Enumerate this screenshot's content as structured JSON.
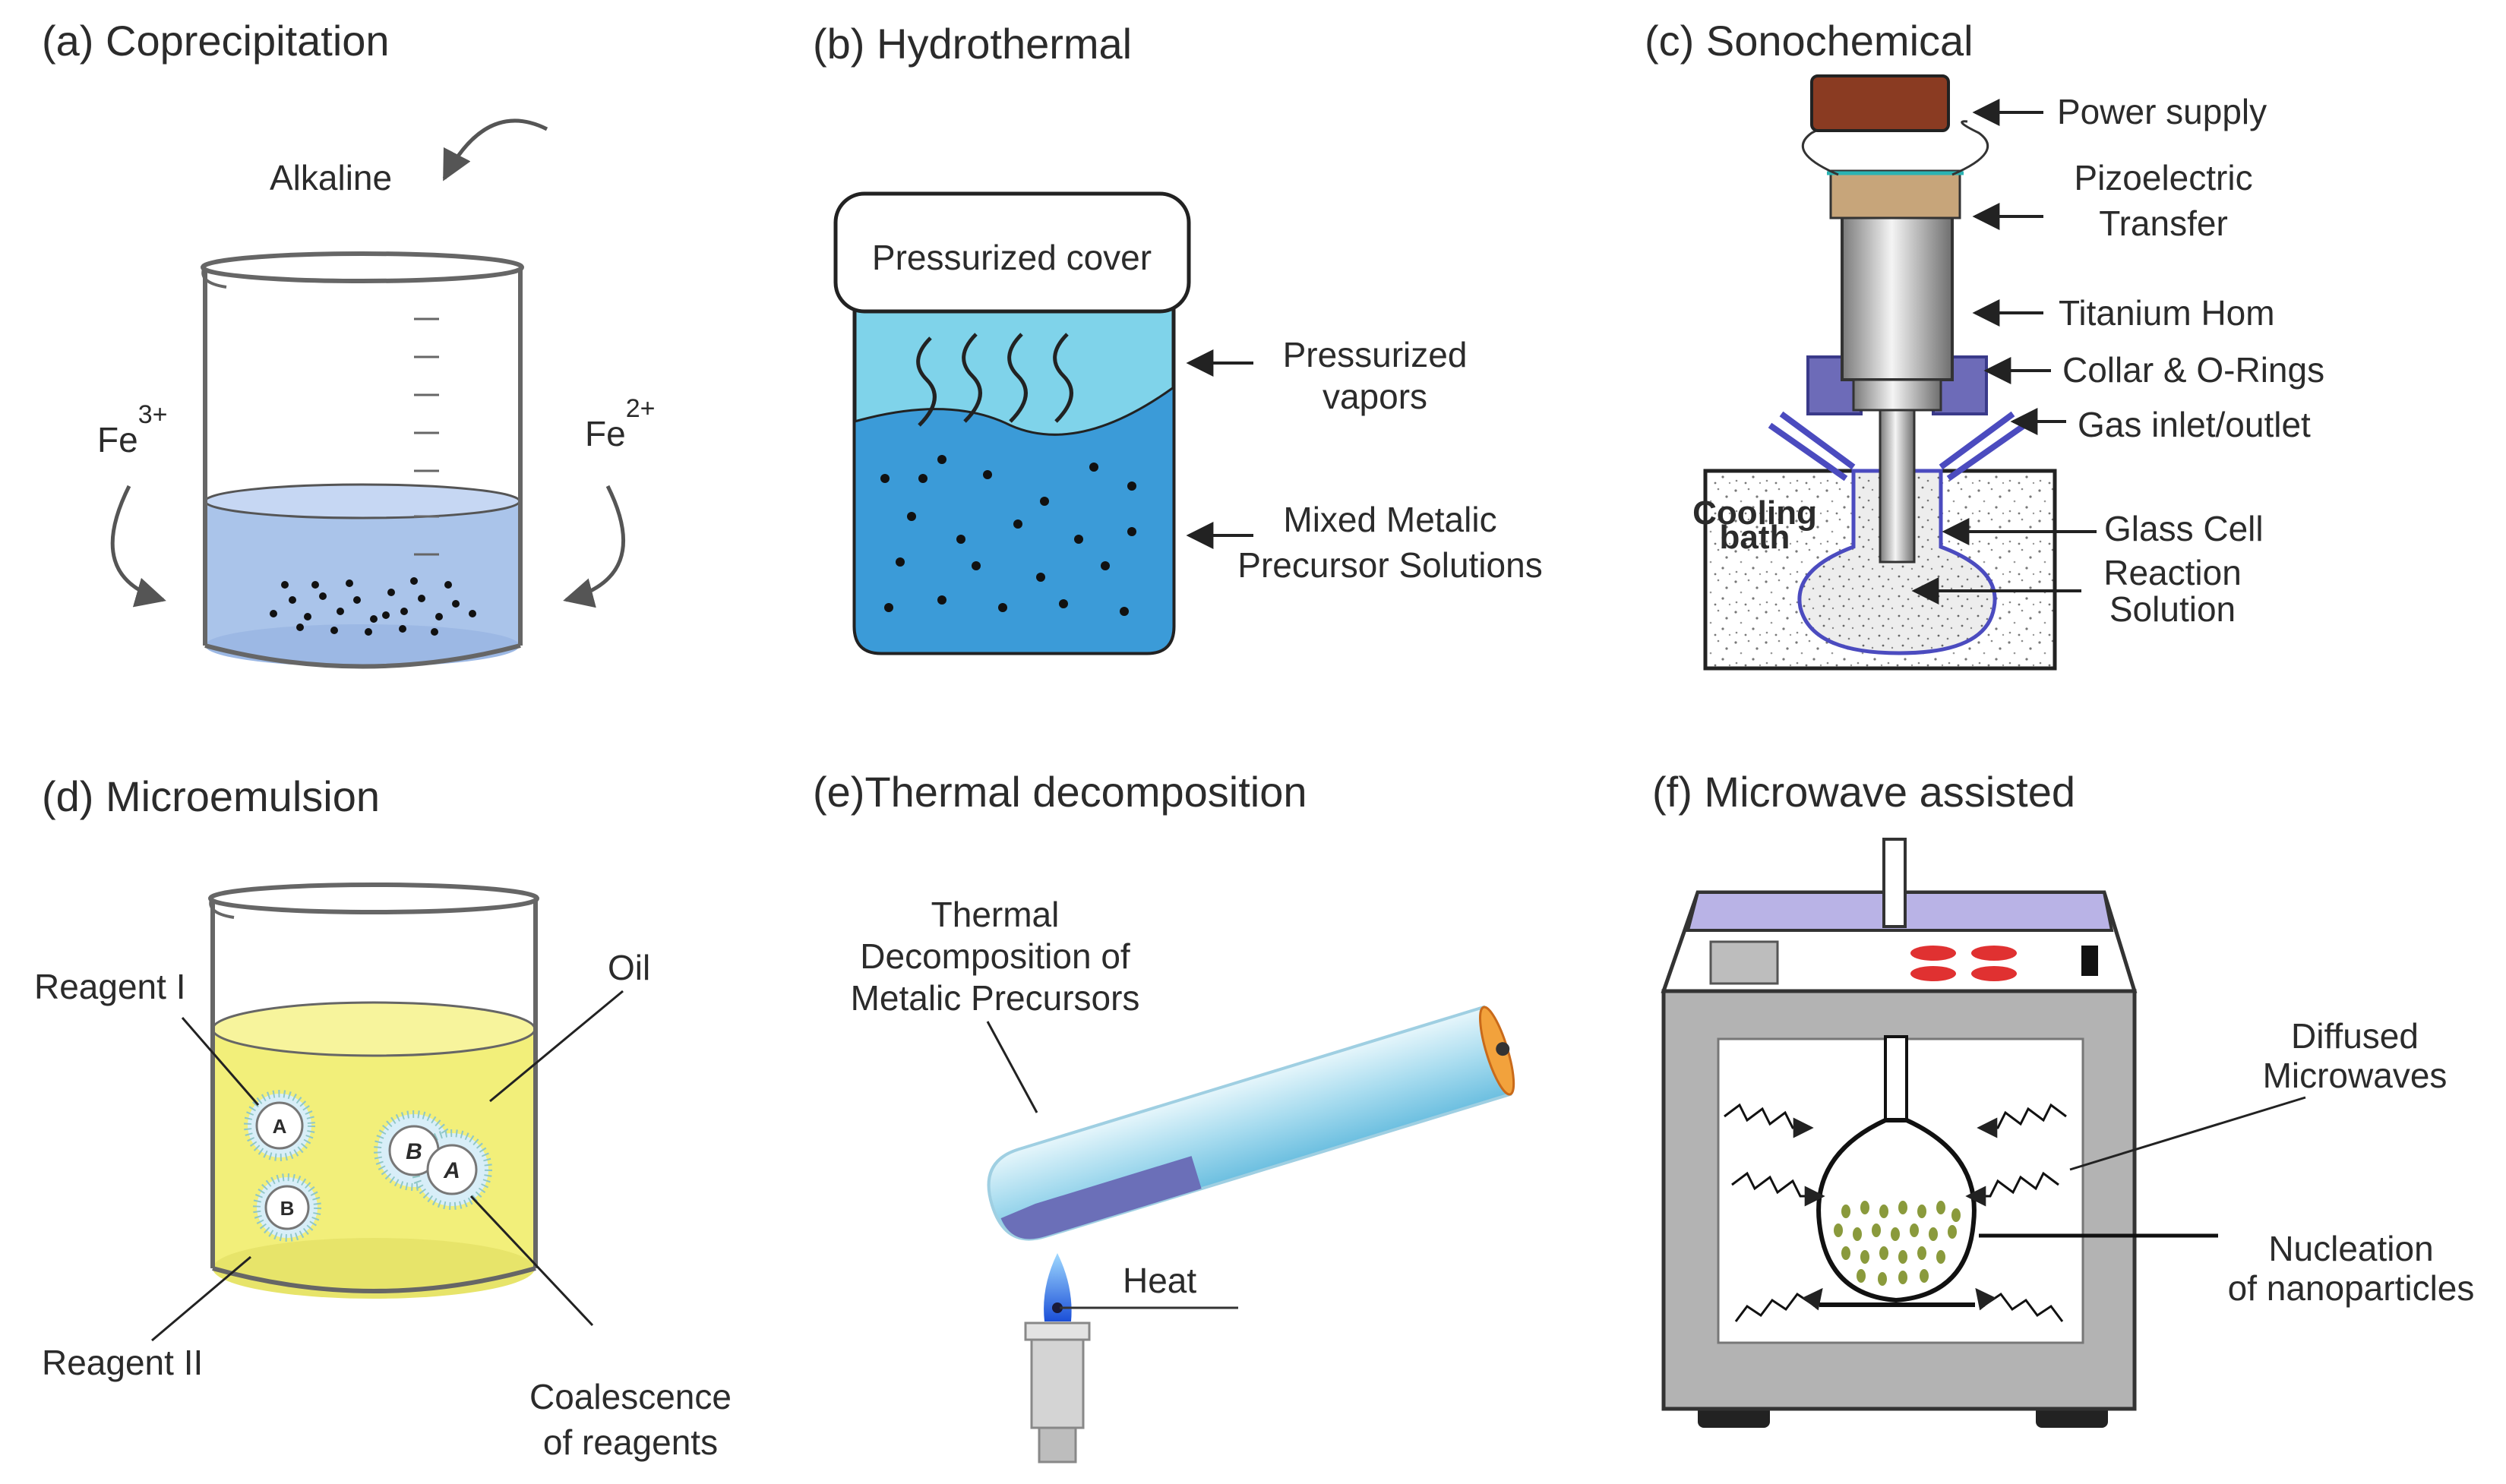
{
  "panels": {
    "a": {
      "title": "(a) Coprecipitation",
      "alkaline": "Alkaline",
      "fe3_base": "Fe",
      "fe3_sup": "3+",
      "fe2_base": "Fe",
      "fe2_sup": "2+"
    },
    "b": {
      "title": "(b) Hydrothermal",
      "cover": "Pressurized cover",
      "vapors_1": "Pressurized",
      "vapors_2": "vapors",
      "solutions_1": "Mixed Metalic",
      "solutions_2": "Precursor Solutions"
    },
    "c": {
      "title": "(c) Sonochemical",
      "power": "Power supply",
      "piezo_1": "Pizoelectric",
      "piezo_2": "Transfer",
      "horn": "Titanium Hom",
      "collar": "Collar & O-Rings",
      "gas": "Gas inlet/outlet",
      "glass": "Glass Cell",
      "reaction_1": "Reaction",
      "reaction_2": "Solution",
      "cooling_1": "Cooling",
      "cooling_2": "bath"
    },
    "d": {
      "title": "(d) Microemulsion",
      "reagent1": "Reagent I",
      "reagent2": "Reagent II",
      "oil": "Oil",
      "coal_1": "Coalescence",
      "coal_2": "of reagents",
      "drop_a": "A",
      "drop_b": "B"
    },
    "e": {
      "title": "(e)Thermal decomposition",
      "thermal_1": "Thermal",
      "thermal_2": "Decomposition of",
      "thermal_3": "Metalic Precursors",
      "heat": "Heat"
    },
    "f": {
      "title": "(f) Microwave assisted",
      "diffused_1": "Diffused",
      "diffused_2": "Microwaves",
      "nucleation_1": "Nucleation",
      "nucleation_2": "of nanoparticles"
    }
  },
  "colors": {
    "liquid_blue_light": "#aac4ea",
    "hydro_vapor": "#7fd3ea",
    "hydro_liquid": "#3b9bd8",
    "emulsion_yellow": "#f2ef7a",
    "microwave_top": "#b9b3e6",
    "microwave_body": "#b3b3b3",
    "power_supply": "#8a3b22",
    "collar": "#6d6bb8",
    "nanoparticle_green": "#8a9a3c"
  }
}
